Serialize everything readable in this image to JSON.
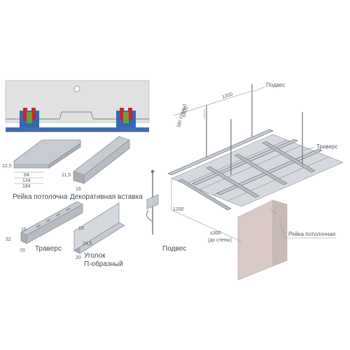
{
  "labels": {
    "rail": "Рейка потолочна",
    "insert": "Декоративная вставка",
    "traverse": "Траверс",
    "corner_line1": "Уголок",
    "corner_line2": "П-образный",
    "hanger": "Подвес",
    "callout_hanger": "Подвес",
    "callout_traverse": "Траверс",
    "callout_rail": "Рейка потолочная"
  },
  "dimensions": {
    "rail_thickness": "12,5",
    "rail_w1": "84",
    "rail_w2": "134",
    "rail_w3": "184",
    "insert_height": "11,5",
    "insert_width": "16",
    "traverse_h": "15",
    "traverse_w": "32",
    "traverse_d": "70",
    "corner_top": "18",
    "corner_side": "24,5",
    "corner_base": "20",
    "span_top": "1200",
    "max_wall_top": "≤400",
    "wall_top": "(до стены)",
    "span_left": "1200",
    "max_wall_bottom": "≤300",
    "wall_bottom": "(до стены)"
  },
  "colors": {
    "steel": "#c7ccd2",
    "steel_dark": "#8e959d",
    "ceiling_band": "#e1e1e1",
    "clip_red": "#c8262e",
    "clip_green": "#6f9a3c",
    "rail_blue": "#3e6fb0",
    "wall_pink": "#d8c9c7"
  }
}
